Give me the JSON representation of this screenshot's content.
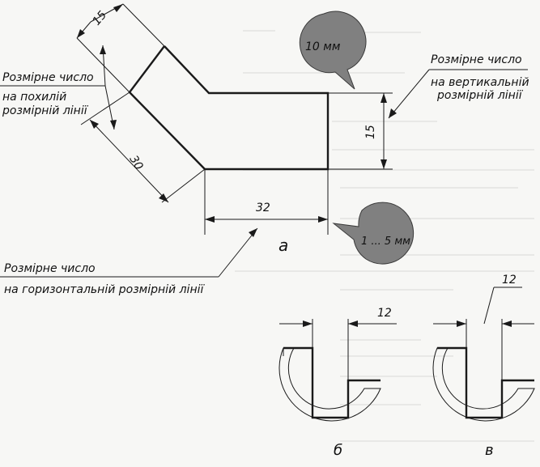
{
  "colors": {
    "background": "#f7f7f5",
    "ink": "#1a1a1a",
    "callout_fill": "#808080"
  },
  "labels": {
    "inclined_title": "Розмірне число",
    "inclined_sub1": "на похилій",
    "inclined_sub2": "розмірній лінії",
    "vertical_title": "Розмірне число",
    "vertical_sub1": "на вертикальній",
    "vertical_sub2": "розмірній лінії",
    "horizontal_title": "Розмірне число",
    "horizontal_sub": "на горизонтальній розмірній лінії"
  },
  "callouts": {
    "top": "10 мм",
    "bottom": "1 ... 5 мм"
  },
  "dimensions": {
    "d15_inclined": "15",
    "d30": "30",
    "d15_vertical": "15",
    "d32": "32",
    "d12_b": "12",
    "d12_v": "12"
  },
  "figure_letters": {
    "a": "а",
    "b": "б",
    "v": "в"
  }
}
